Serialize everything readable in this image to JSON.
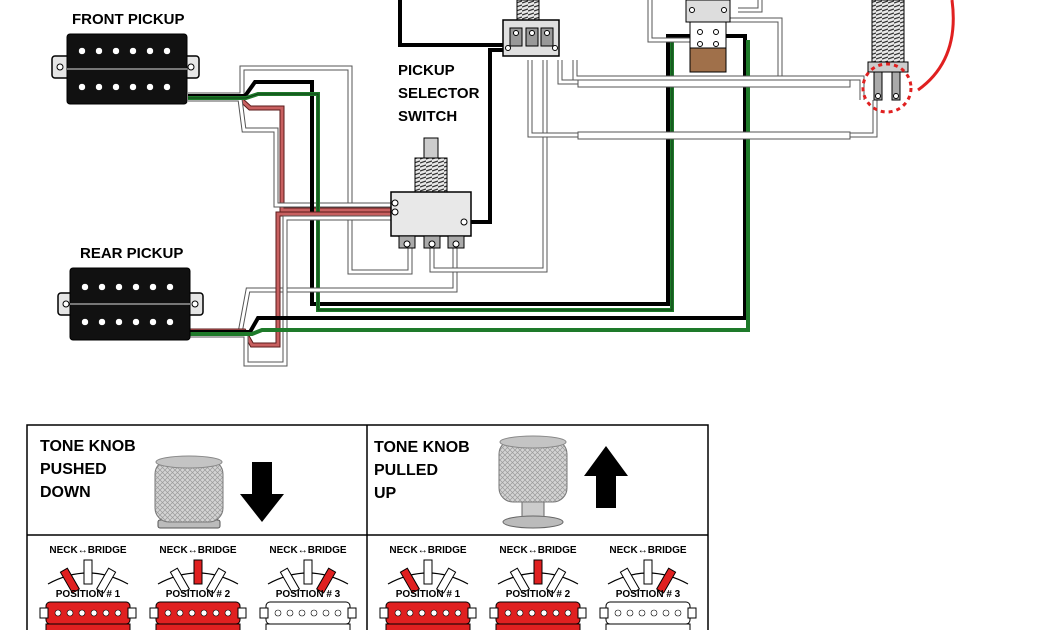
{
  "labels": {
    "front_pickup": "FRONT PICKUP",
    "rear_pickup": "REAR PICKUP",
    "selector_line1": "PICKUP",
    "selector_line2": "SELECTOR",
    "selector_line3": "SWITCH"
  },
  "legend": {
    "left": {
      "line1": "TONE KNOB",
      "line2": "PUSHED",
      "line3": "DOWN"
    },
    "right": {
      "line1": "TONE KNOB",
      "line2": "PULLED",
      "line3": "UP"
    },
    "neck_bridge_label": "NECK↔BRIDGE",
    "positions": [
      "POSITION # 1",
      "POSITION # 2",
      "POSITION # 3",
      "POSITION # 1",
      "POSITION # 2",
      "POSITION # 3"
    ]
  },
  "colors": {
    "hot_red": "#e02020",
    "wire_green": "#1e7a2a",
    "wire_black": "#000000",
    "pickup_body": "#111111",
    "knob_gray": "#c8c8c8"
  }
}
